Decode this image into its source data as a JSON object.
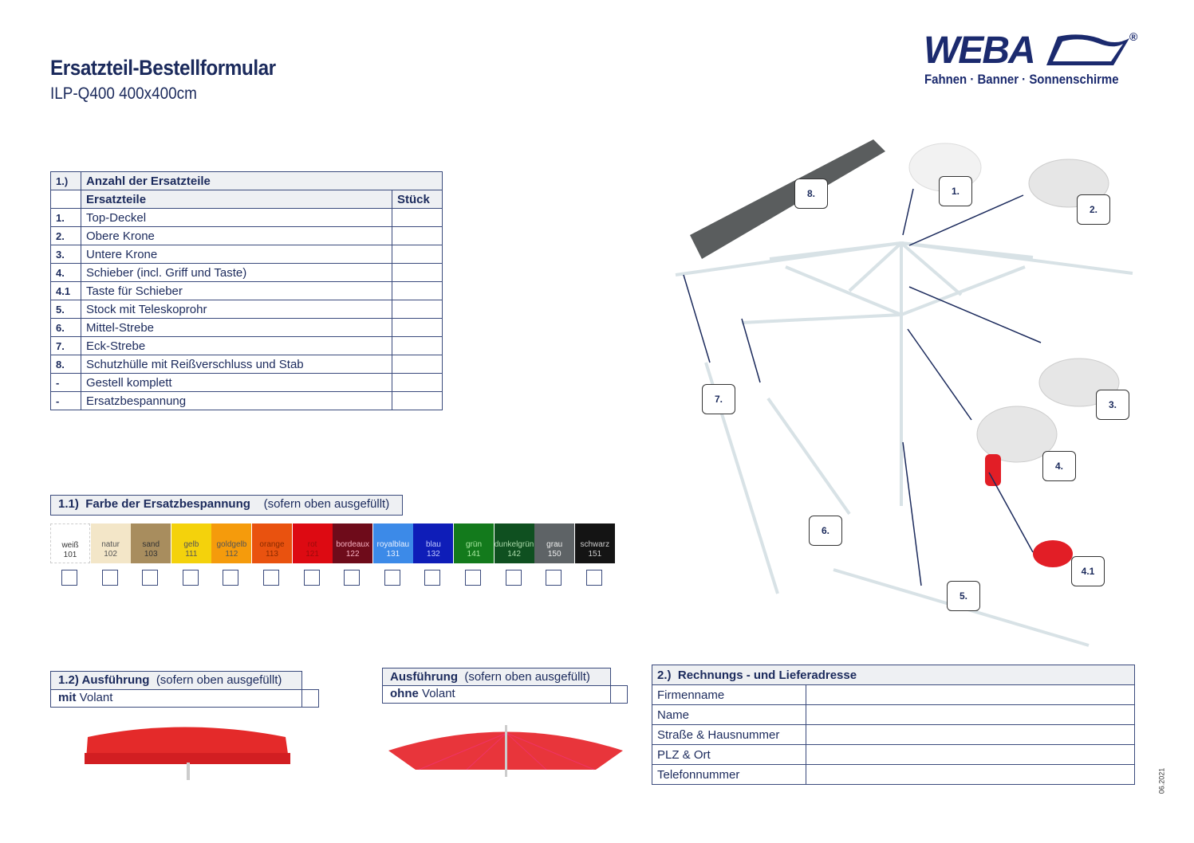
{
  "header": {
    "title": "Ersatzteil-Bestellformular",
    "subtitle": "ILP-Q400 400x400cm"
  },
  "logo": {
    "text": "WEBA",
    "tagline": "Fahnen · Banner · Sonnenschirme",
    "reg": "®"
  },
  "parts": {
    "section_num": "1.)",
    "section_title": "Anzahl der Ersatzteile",
    "col_part": "Ersatzteile",
    "col_qty": "Stück",
    "rows": [
      {
        "num": "1.",
        "name": "Top-Deckel"
      },
      {
        "num": "2.",
        "name": "Obere Krone"
      },
      {
        "num": "3.",
        "name": "Untere Krone"
      },
      {
        "num": "4.",
        "name": "Schieber (incl. Griff und Taste)"
      },
      {
        "num": "4.1",
        "name": "Taste für Schieber"
      },
      {
        "num": "5.",
        "name": "Stock mit Teleskoprohr"
      },
      {
        "num": "6.",
        "name": "Mittel-Strebe"
      },
      {
        "num": "7.",
        "name": "Eck-Strebe"
      },
      {
        "num": "8.",
        "name": "Schutzhülle mit Reißverschluss und Stab"
      },
      {
        "num": "-",
        "name": "Gestell komplett"
      },
      {
        "num": "-",
        "name": "Ersatzbespannung"
      }
    ]
  },
  "colors": {
    "section_num": "1.1)",
    "section_title": "Farbe der Ersatzbespannung",
    "note": "(sofern oben ausgefüllt)",
    "swatches": [
      {
        "name": "weiß",
        "code": "101",
        "color": "#ffffff",
        "text": "#333"
      },
      {
        "name": "natur",
        "code": "102",
        "color": "#f3e6c8",
        "text": "#555"
      },
      {
        "name": "sand",
        "code": "103",
        "color": "#a88d5e",
        "text": "#333"
      },
      {
        "name": "gelb",
        "code": "111",
        "color": "#f4d20c",
        "text": "#555"
      },
      {
        "name": "goldgelb",
        "code": "112",
        "color": "#f59b0c",
        "text": "#555"
      },
      {
        "name": "orange",
        "code": "113",
        "color": "#e9520f",
        "text": "#8a2a00"
      },
      {
        "name": "rot",
        "code": "121",
        "color": "#dd0a12",
        "text": "#9a0a0a"
      },
      {
        "name": "bordeaux",
        "code": "122",
        "color": "#6e0b1a",
        "text": "#f7b0c0"
      },
      {
        "name": "royalblau",
        "code": "131",
        "color": "#3c8ae8",
        "text": "#e8f0ff"
      },
      {
        "name": "blau",
        "code": "132",
        "color": "#0e1db8",
        "text": "#c0c8ff"
      },
      {
        "name": "grün",
        "code": "141",
        "color": "#137a1c",
        "text": "#a8e8a0"
      },
      {
        "name": "dunkelgrün",
        "code": "142",
        "color": "#0f5020",
        "text": "#a8d8a8"
      },
      {
        "name": "grau",
        "code": "150",
        "color": "#5e6366",
        "text": "#eee"
      },
      {
        "name": "schwarz",
        "code": "151",
        "color": "#141414",
        "text": "#ccc"
      }
    ]
  },
  "exec1": {
    "section_num": "1.2)",
    "title": "Ausführung",
    "note": "(sofern oben ausgefüllt)",
    "bold": "mit",
    "label": "Volant"
  },
  "exec2": {
    "title": "Ausführung",
    "note": "(sofern oben ausgefüllt)",
    "bold": "ohne",
    "label": "Volant"
  },
  "address": {
    "section_num": "2.)",
    "title": "Rechnungs - und Lieferadresse",
    "rows": [
      "Firmenname",
      "Name",
      "Straße & Hausnummer",
      "PLZ & Ort",
      "Telefonnummer"
    ]
  },
  "diagram_labels": [
    "1.",
    "2.",
    "3.",
    "4.",
    "4.1",
    "5.",
    "6.",
    "7.",
    "8."
  ],
  "date": "06.2021"
}
